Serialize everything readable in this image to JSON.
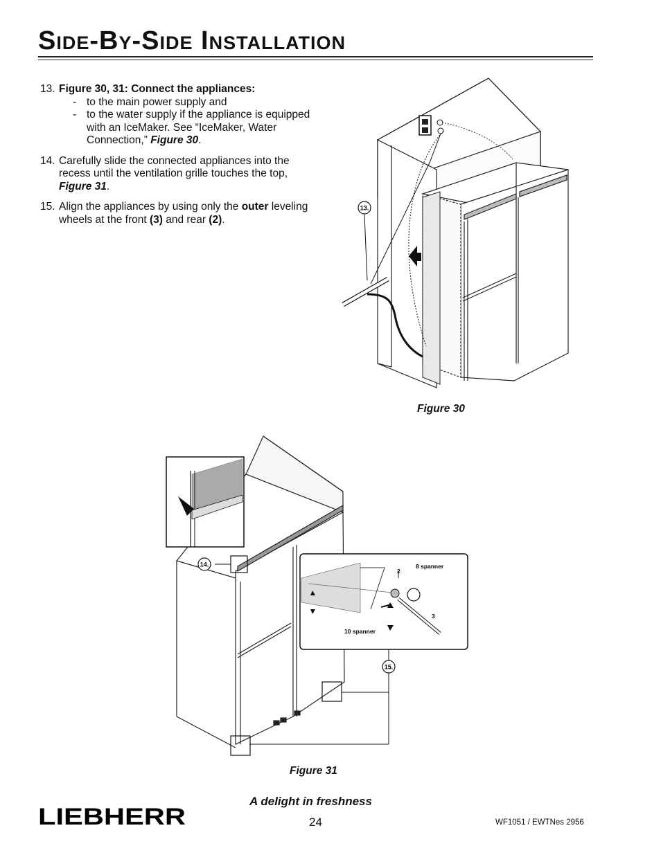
{
  "header": {
    "title": "Side-By-Side Installation"
  },
  "steps": {
    "s13": {
      "num": "13.",
      "title": "Figure 30, 31: Connect the appliances:",
      "items": [
        "to the main power supply and",
        "to the water supply if the appliance is equipped with an IceMaker. See “IceMaker, Water Connection,”"
      ],
      "ref": "Figure 30",
      "end": "."
    },
    "s14": {
      "num": "14.",
      "text": "Carefully slide the connected appliances into the recess until the ventilation grille touches the top,",
      "ref": "Figure 31",
      "end": "."
    },
    "s15": {
      "num": "15.",
      "t1": "Align the appliances by using only the",
      "b1": "outer",
      "t2": "leveling wheels at the front",
      "b2": "(3)",
      "t3": "and rear",
      "b3": "(2)",
      "end": "."
    }
  },
  "figure30": {
    "caption": "Figure 30",
    "callout": "13."
  },
  "figure31": {
    "caption": "Figure 31",
    "callout14": "14.",
    "callout15": "15.",
    "label_8_spanner": "8 spanner",
    "label_10_spanner": "10 spanner",
    "label_2": "2",
    "label_3": "3"
  },
  "footer": {
    "logo": "LIEBHERR",
    "tagline": "A delight in freshness",
    "page_number": "24",
    "doc_id": "WF1051 / EWTNes 2956"
  }
}
